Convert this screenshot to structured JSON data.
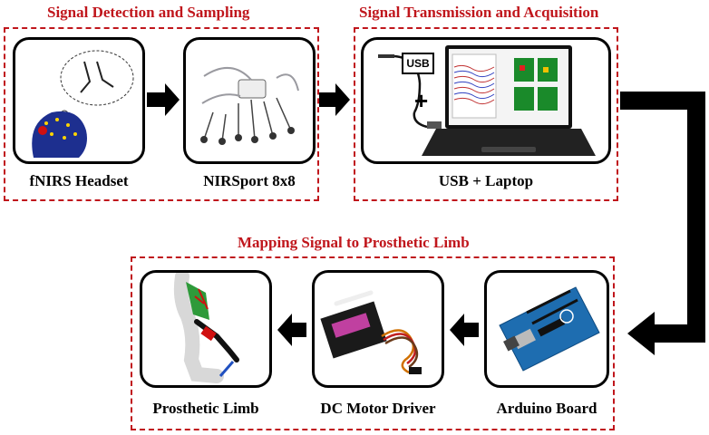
{
  "sections": {
    "detection": "Signal Detection and Sampling",
    "transmission": "Signal Transmission and Acquisition",
    "mapping": "Mapping Signal to Prosthetic Limb"
  },
  "nodes": {
    "headset": "fNIRS Headset",
    "nirsport": "NIRSport 8x8",
    "laptop": "USB + Laptop",
    "arduino": "Arduino Board",
    "motor": "DC Motor Driver",
    "limb": "Prosthetic Limb"
  },
  "usb_tag": "USB",
  "plus_sign": "+",
  "colors": {
    "accent": "#c0161c",
    "arrow": "#000000"
  }
}
